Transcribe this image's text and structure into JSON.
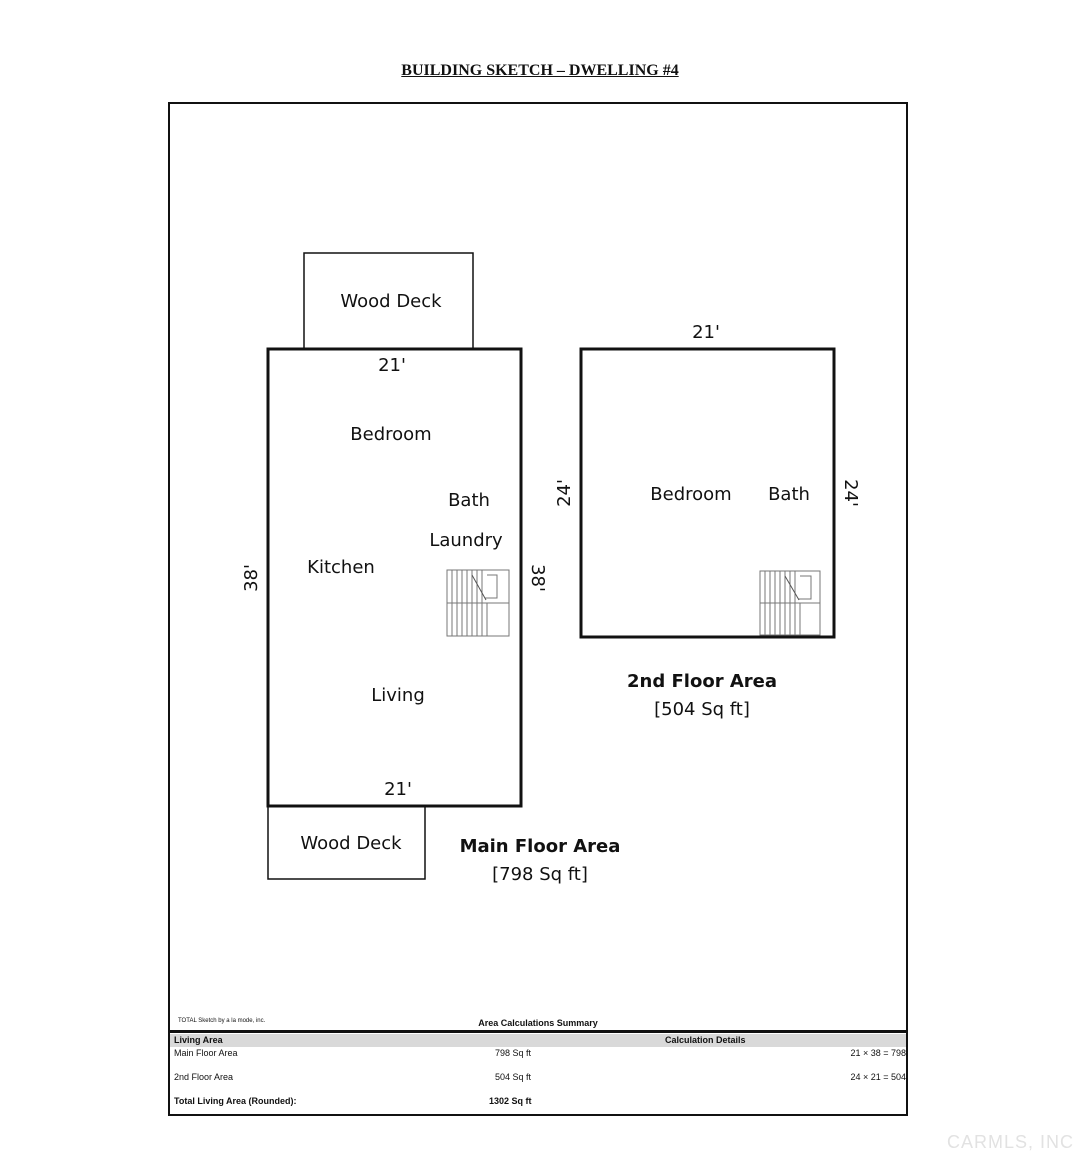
{
  "title": "BUILDING SKETCH – DWELLING #4",
  "sketch": {
    "main_floor": {
      "rooms": [
        "Bedroom",
        "Bath",
        "Laundry",
        "Kitchen",
        "Living"
      ],
      "dims": {
        "top": "21'",
        "bottom": "21'",
        "left": "38'",
        "right": "38'"
      },
      "top_deck": "Wood Deck",
      "bottom_deck": "Wood Deck",
      "area_title": "Main Floor Area",
      "area_value": "[798 Sq ft]"
    },
    "second_floor": {
      "rooms": [
        "Bedroom",
        "Bath"
      ],
      "dims": {
        "top": "21'",
        "left": "24'",
        "right": "24'"
      },
      "area_title": "2nd Floor Area",
      "area_value": "[504 Sq ft]"
    }
  },
  "summary": {
    "note": "TOTAL Sketch by a la mode, inc.",
    "title": "Area Calculations Summary",
    "header_left": "Living Area",
    "header_right": "Calculation Details",
    "rows": [
      {
        "label": "Main Floor Area",
        "value": "798 Sq ft",
        "calc": "21 × 38 = 798"
      },
      {
        "label": "2nd Floor Area",
        "value": "504 Sq ft",
        "calc": "24 × 21 = 504"
      }
    ],
    "total_label": "Total Living Area (Rounded):",
    "total_value": "1302 Sq ft"
  },
  "watermark": "CARMLS, INC"
}
